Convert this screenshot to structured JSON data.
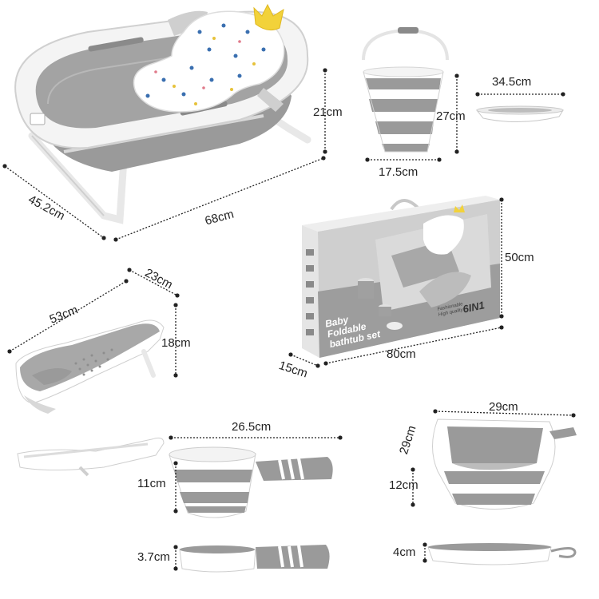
{
  "dimensions": {
    "tub_depth": "45.2cm",
    "tub_length": "68cm",
    "tub_height": "21cm",
    "bucket_height": "27cm",
    "bucket_width": "17.5cm",
    "plate_width": "34.5cm",
    "box_height": "50cm",
    "box_depth": "15cm",
    "box_width": "80cm",
    "seat_length": "53cm",
    "seat_width": "23cm",
    "seat_height": "18cm",
    "scoop_length": "26.5cm",
    "scoop_height": "11cm",
    "scoop_folded_height": "3.7cm",
    "basin_width": "29cm",
    "basin_depth": "29cm",
    "basin_height": "12cm",
    "basin_folded_height": "4cm"
  },
  "box_print": {
    "brand_line1": "Baby",
    "brand_line2": "Foldable",
    "brand_line3": "bathtub set",
    "tagline1": "Fashionable",
    "tagline2": "High quality",
    "badge": "6IN1"
  },
  "colors": {
    "gray": "#8f8f8f",
    "light_gray": "#d6d6d6",
    "white": "#ffffff",
    "crown_yellow": "#f2d23a"
  }
}
